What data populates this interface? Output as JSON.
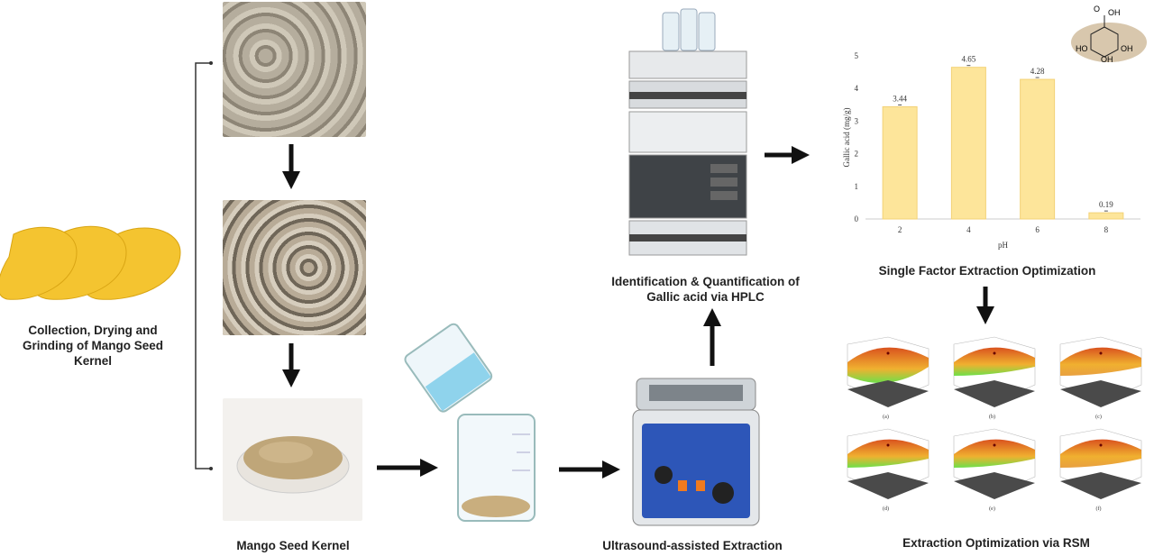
{
  "steps": {
    "collection": "Collection, Drying and Grinding of Mango Seed Kernel",
    "kernel": "Mango Seed Kernel",
    "ultrasound": "Ultrasound-assisted Extraction",
    "hplc": "Identification & Quantification of Gallic acid via HPLC",
    "single_factor": "Single Factor Extraction Optimization",
    "rsm": "Extraction Optimization via RSM"
  },
  "molecule": {
    "labels": [
      "O",
      "OH",
      "HO",
      "OH",
      "OH"
    ]
  },
  "rsm_panels": [
    "(a)",
    "(b)",
    "(c)",
    "(d)",
    "(e)",
    "(f)"
  ],
  "chart_data": {
    "type": "bar",
    "categories": [
      "2",
      "4",
      "6",
      "8"
    ],
    "values": [
      3.44,
      4.65,
      4.28,
      0.19
    ],
    "data_labels": [
      "3.44",
      "4.65",
      "4.28",
      "0.19"
    ],
    "xlabel": "pH",
    "ylabel": "Gallic acid (mg/g)",
    "ylim": [
      0,
      5
    ],
    "yticks": [
      "0",
      "1",
      "2",
      "3",
      "4",
      "5"
    ],
    "error_bars": true,
    "bar_color": "#fde59a"
  }
}
